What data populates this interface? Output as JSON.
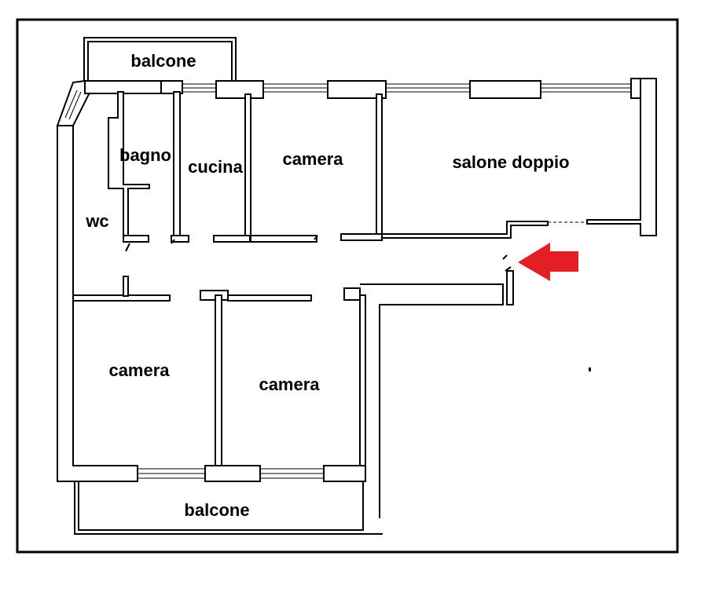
{
  "floorplan": {
    "rooms": {
      "balcone_top": "balcone",
      "bagno": "bagno",
      "cucina": "cucina",
      "camera_top": "camera",
      "salone": "salone doppio",
      "wc": "wc",
      "camera_bottom_left": "camera",
      "camera_bottom_mid": "camera",
      "balcone_bottom": "balcone"
    },
    "colors": {
      "wall": "#000000",
      "background": "#ffffff",
      "entrance_arrow": "#e31e24"
    },
    "icons": {
      "entrance": "entrance-arrow-icon"
    }
  }
}
